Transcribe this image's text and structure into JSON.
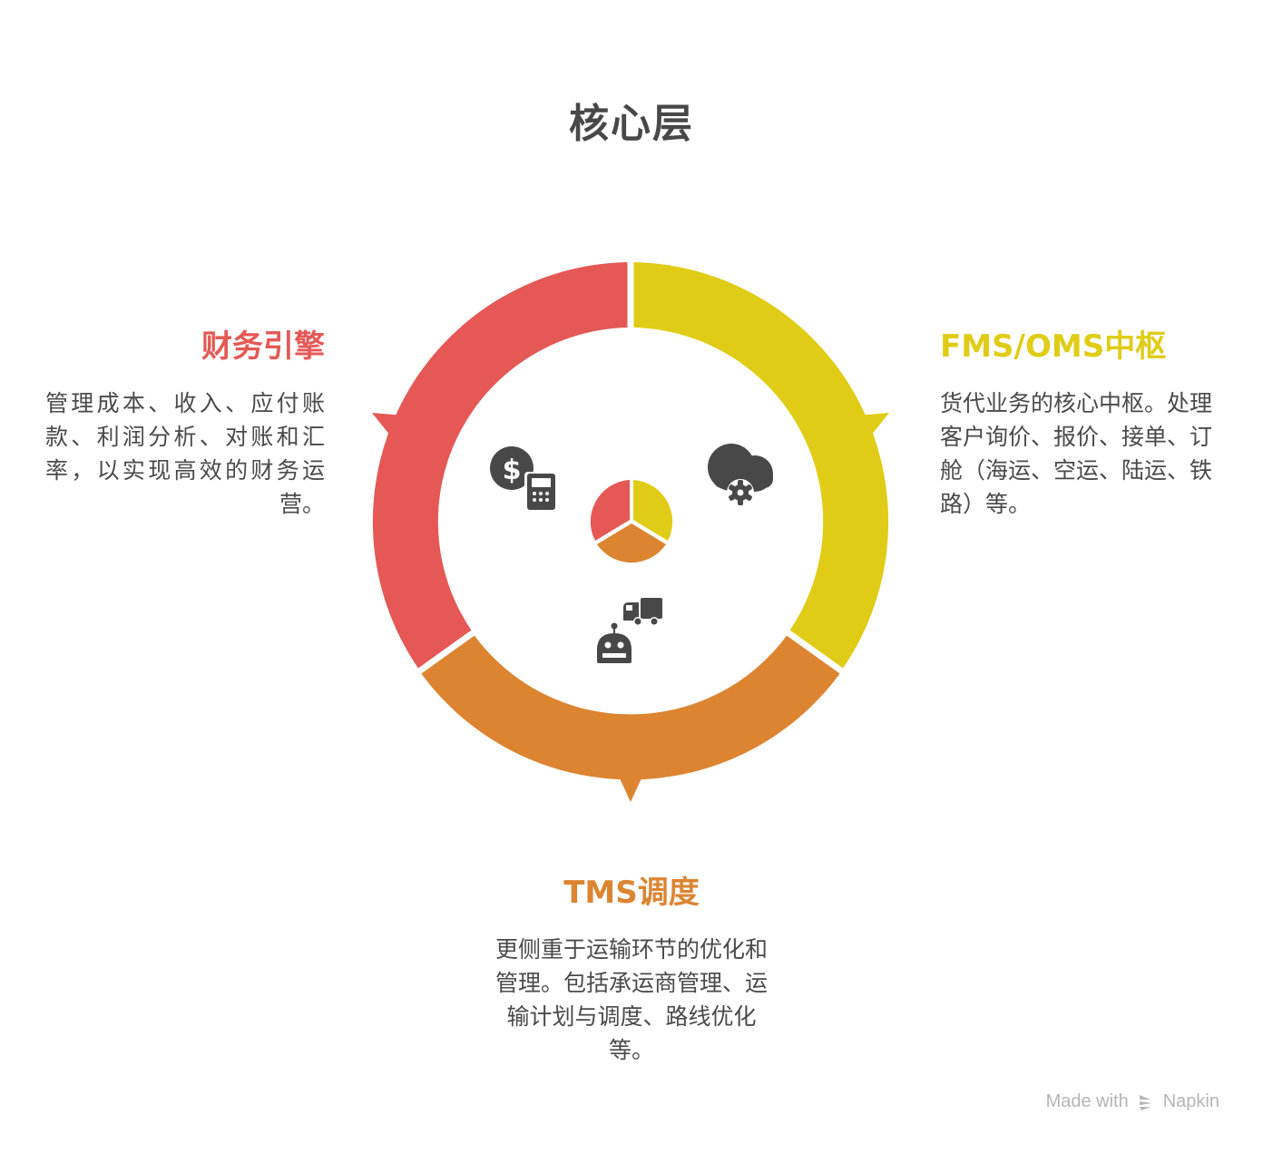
{
  "title": "核心层",
  "colors": {
    "finance": "#e55855",
    "fms": "#e0cc16",
    "tms": "#dd8431",
    "icon": "#484848",
    "text": "#4a4a4a",
    "footer": "#b5b5b5"
  },
  "sections": {
    "finance": {
      "heading": "财务引擎",
      "body": "管理成本、收入、应付账款、利润分析、对账和汇率，以实现高效的财务运营。",
      "icon": "dollar-calculator-icon"
    },
    "fms": {
      "heading": "FMS/OMS中枢",
      "body": "货代业务的核心中枢。处理客户询价、报价、接单、订舱（海运、空运、陆运、铁路）等。",
      "icon": "cloud-gear-icon"
    },
    "tms": {
      "heading": "TMS调度",
      "body": "更侧重于运输环节的优化和管理。包括承运商管理、运输计划与调度、路线优化等。",
      "icon": "truck-robot-icon"
    }
  },
  "center": {
    "icon": "pie-chart-icon"
  },
  "footer": {
    "made_with": "Made with",
    "brand": "Napkin"
  }
}
